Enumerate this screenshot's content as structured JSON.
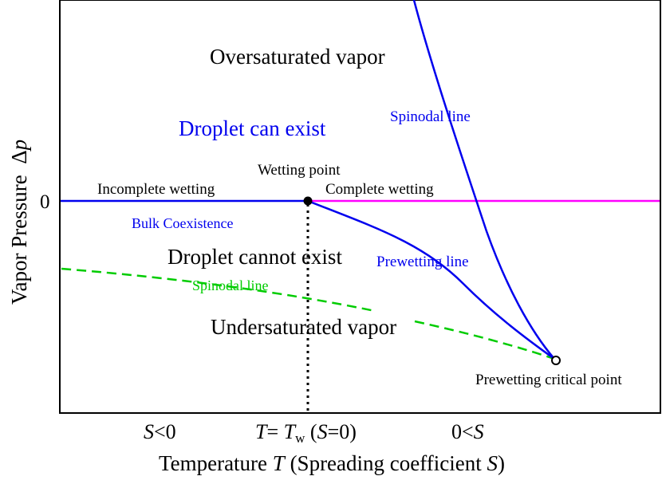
{
  "axes": {
    "xlabel_prefix": "Temperature ",
    "xlabel_var": "T",
    "xlabel_paren_open": " (Spreading coefficient ",
    "xlabel_paren_var": "S",
    "xlabel_paren_close": ")",
    "ylabel_prefix": "Vapor Pressure  ",
    "ylabel_delta": "Δ",
    "ylabel_var": "p",
    "y_zero_tick": "0"
  },
  "x_ticks": {
    "left_var": "S",
    "left_rest": "<0",
    "mid_T": "T",
    "mid_eq": "= ",
    "mid_Tw": "T",
    "mid_w": "w",
    "mid_open": " (",
    "mid_S": "S",
    "mid_close": "=0)",
    "right_pre": "0<",
    "right_var": "S"
  },
  "regions": {
    "oversaturated": "Oversaturated vapor",
    "droplet_can": "Droplet can exist",
    "droplet_cannot": "Droplet cannot exist",
    "undersaturated": "Undersaturated vapor"
  },
  "labels": {
    "wetting_point": "Wetting point",
    "incomplete_wetting": "Incomplete wetting",
    "complete_wetting": "Complete wetting",
    "bulk_coexistence": "Bulk Coexistence",
    "spinodal_upper": "Spinodal line",
    "spinodal_lower": "Spinodal line",
    "prewetting_line": "Prewetting line",
    "prewetting_critical": "Prewetting critical point"
  },
  "colors": {
    "blue": "#0000ee",
    "magenta": "#ff00ff",
    "green": "#00cc00",
    "black": "#000000"
  }
}
